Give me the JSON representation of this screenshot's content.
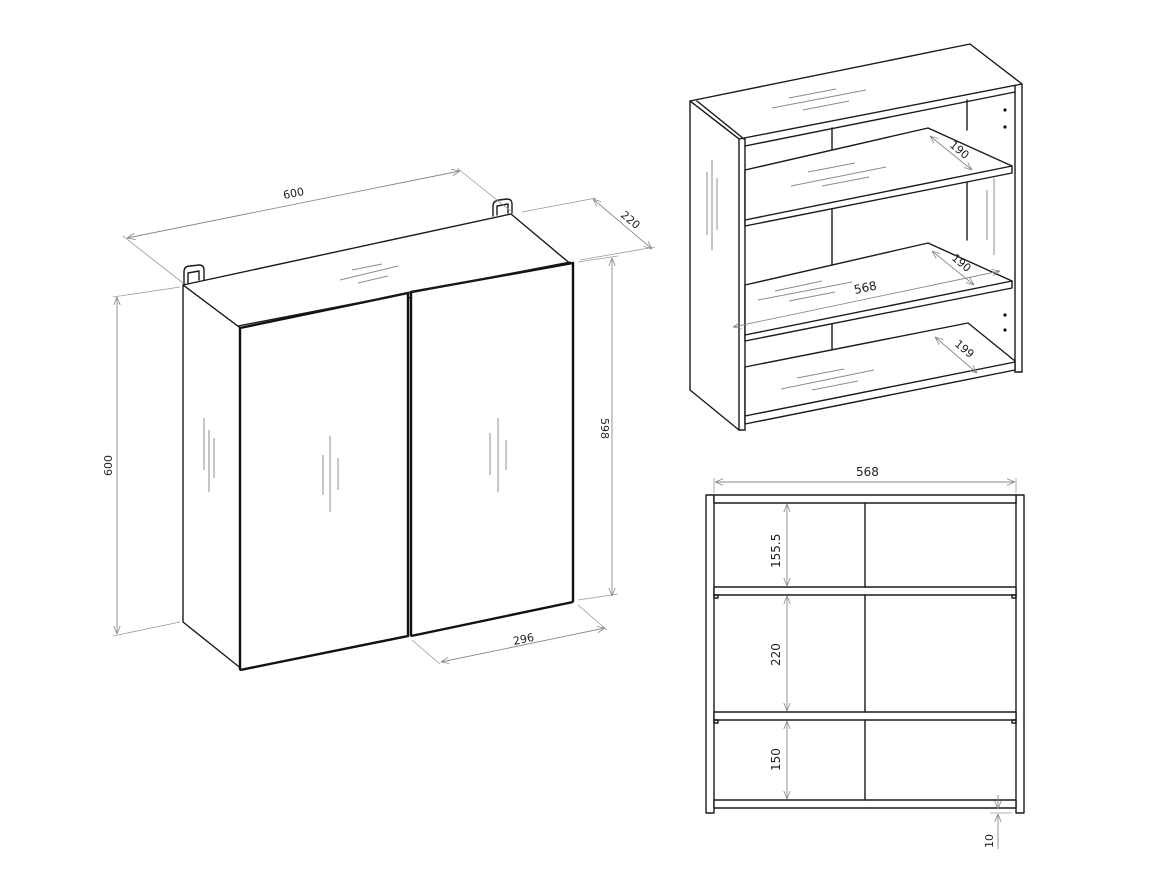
{
  "drawing": {
    "cabinet_closed": {
      "width_label": "600",
      "depth_label": "220",
      "height_outer_label": "600",
      "height_door_label": "598",
      "door_width_label": "296"
    },
    "cabinet_open": {
      "shelf_depth_top_label": "190",
      "shelf_depth_middle_label": "190",
      "shelf_depth_bottom_label": "199",
      "interior_width_label": "568"
    },
    "front_view": {
      "interior_width_label": "568",
      "compartment_top_label": "155.5",
      "compartment_middle_label": "220",
      "compartment_bottom_label": "150",
      "bottom_gap_label": "10"
    }
  },
  "colors": {
    "line": "#1a1a1a",
    "dimension": "#8a8a8a",
    "background": "#ffffff"
  }
}
